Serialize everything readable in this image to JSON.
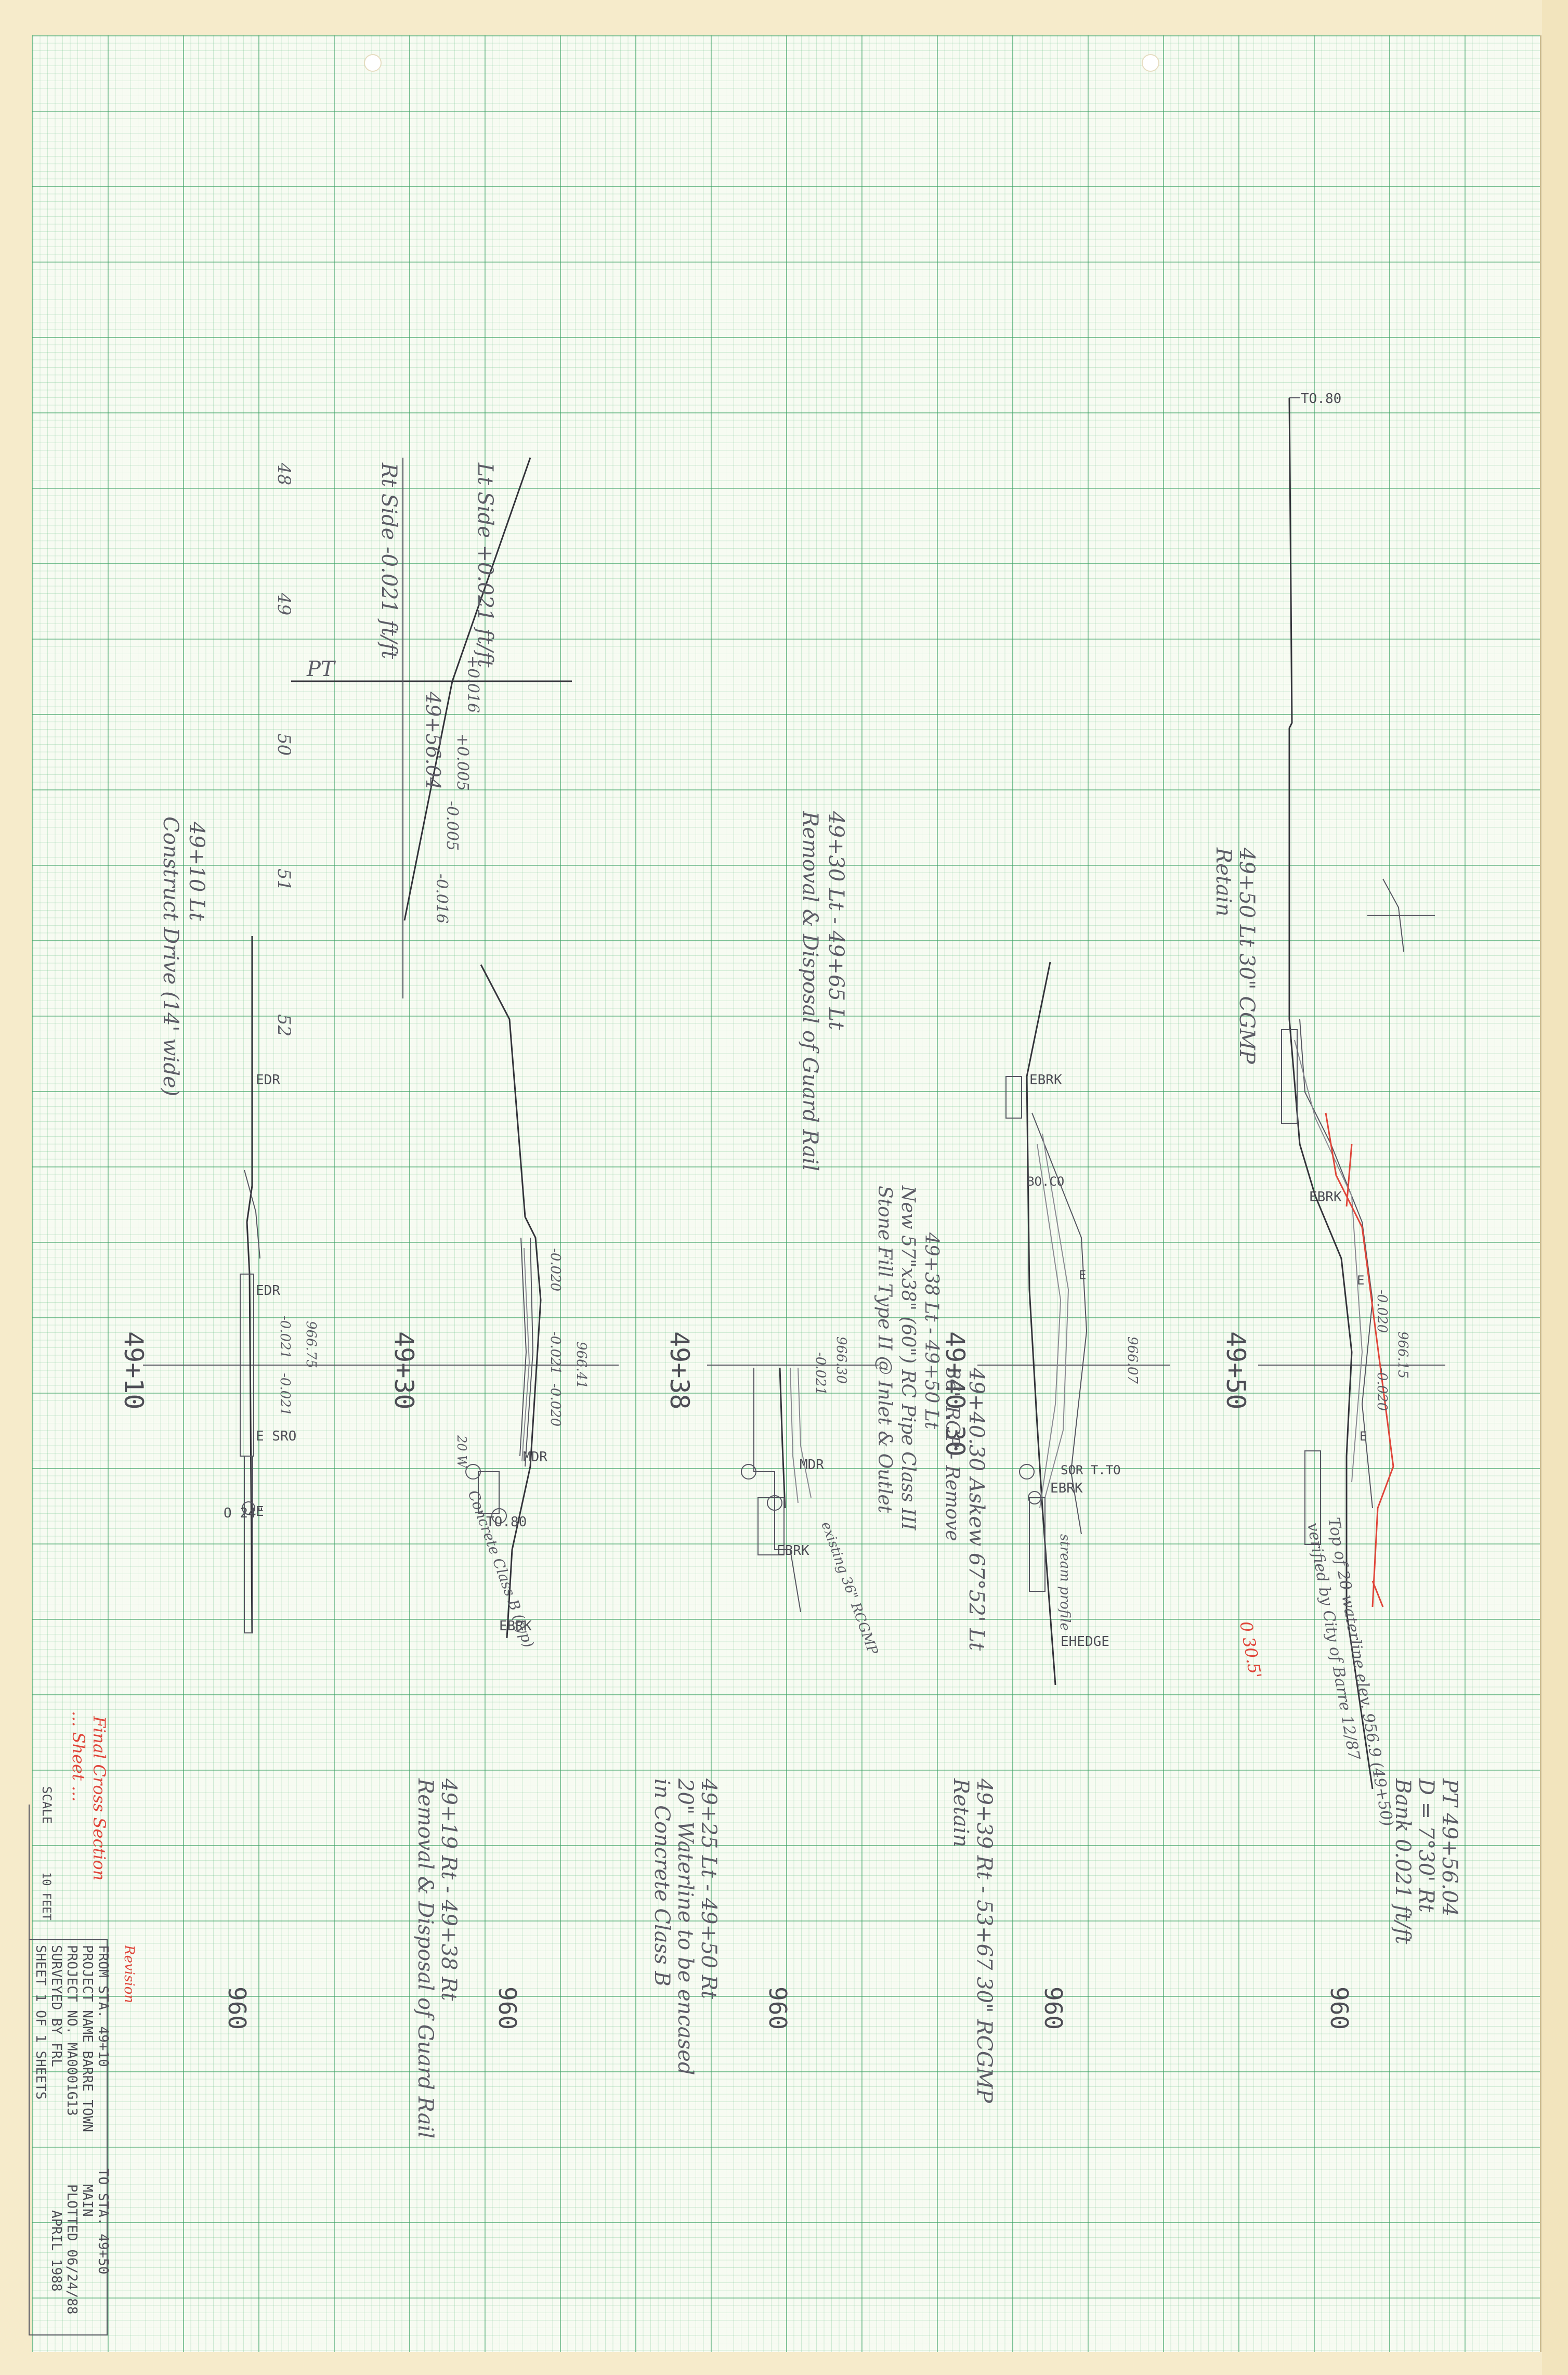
{
  "stations": [
    {
      "label": "49+10",
      "elevation": "960"
    },
    {
      "label": "49+30",
      "elevation": "960"
    },
    {
      "label": "49+38",
      "elevation": "960"
    },
    {
      "label": "49+40.30",
      "elevation": "960"
    },
    {
      "label": "49+50",
      "elevation": "960"
    }
  ],
  "code_labels": {
    "edr_top": "EDR",
    "edr": "EDR",
    "esro": "E SRO",
    "e_a": "E",
    "pipe24": "O 24\"",
    "mdr_a": "MDR",
    "ebrk_a": "EBRK",
    "to80_a": "TO.80",
    "mdr_b": "MDR",
    "ebrk_b": "EBRK",
    "ebrk_c": "EBRK",
    "ebrk_d": "EBRK",
    "hedge": "EHEDGE",
    "sor_to": "SOR T.TO",
    "e_c": "E",
    "bo_co": "BO.CO",
    "to80_top": "TO.80",
    "ebrk_e": "EBRK",
    "e_e1": "E",
    "e_e2": "E"
  },
  "elev_labels": {
    "a1": "966.75",
    "a2": "-0.021",
    "a3": "-0.021",
    "b1": "966.41",
    "b2": "-0.020",
    "b3": "-0.021",
    "b4": "-0.020",
    "c1": "966.30",
    "c2": "-0.021",
    "d1": "966.07",
    "e1": "966.15",
    "e2": "-0.020",
    "e3": "-0.020"
  },
  "superelevation": {
    "lt_side": "Lt Side +0.021 ft/ft",
    "rt_side": "Rt Side -0.021 ft/ft",
    "pt_label": "PT",
    "pt_station": "49+56.04",
    "v1": "+0.016",
    "v2": "+0.005",
    "v3": "-0.005",
    "v4": "-0.016",
    "ticks": [
      "48",
      "49",
      "50",
      "51",
      "52"
    ]
  },
  "notes": {
    "n1": "49+10 Lt",
    "n2": "Construct Drive (14' wide)",
    "n3": "49+30 Lt - 49+65 Lt",
    "n4": "Removal & Disposal of Guard Rail",
    "n5": "49+40.30 Askew 67°52' Lt",
    "n6": "36\" RCP - Remove",
    "n7": "49+38 Lt - 49+50 Lt",
    "n8": "New 57\"x38\" (60\") RC Pipe Class III",
    "n9": "Stone Fill Type II @ Inlet & Outlet",
    "n10": "49+50 Lt 30\" CGMP",
    "n11": "Retain",
    "n12": "PT 49+56.04",
    "n13": "D = 7°30' Rt",
    "n14": "Bank 0.021 ft/ft",
    "n15": "49+39 Rt - 53+67 30\" RCGMP",
    "n16": "Retain",
    "n17": "49+25 Lt - 49+50 Rt",
    "n18": "20\" Waterline to be encased",
    "n19": "in Concrete Class B",
    "n20": "49+19 Rt - 49+38 Rt",
    "n21": "Removal & Disposal of Guard Rail",
    "n22": "Concrete Class B (typ)",
    "n23": "Top of 20 waterline elev. 956.9 (49+50)",
    "n24": "verified by City of Barre 12/87",
    "n25": "stream profile",
    "n26": "existing 36\" RCGMP",
    "n27": "20 W"
  },
  "red_notes": {
    "r1": "Final Cross Section",
    "r2": "... Sheet ...",
    "r3": "Revision",
    "r4": "0 30.5'"
  },
  "title_block": {
    "scale_label": "SCALE",
    "scale_value": "10 FEET",
    "from_sta": "FROM STA.    49+10",
    "to_sta": "TO STA.   49+50",
    "project_name": "PROJECT NAME   BARRE TOWN",
    "main": "MAIN",
    "project_no": "PROJECT NO.  MA0001G13",
    "plotted": "PLOTTED 06/24/88",
    "surveyed": "SURVEYED BY     FRL",
    "date": "APRIL 1988",
    "sheet": "SHEET  1  OF  1  SHEETS"
  },
  "colors": {
    "grid": "#3ca064",
    "paper": "#f7fbf2",
    "margin": "#f6ebcb",
    "redline": "#e0453a"
  }
}
